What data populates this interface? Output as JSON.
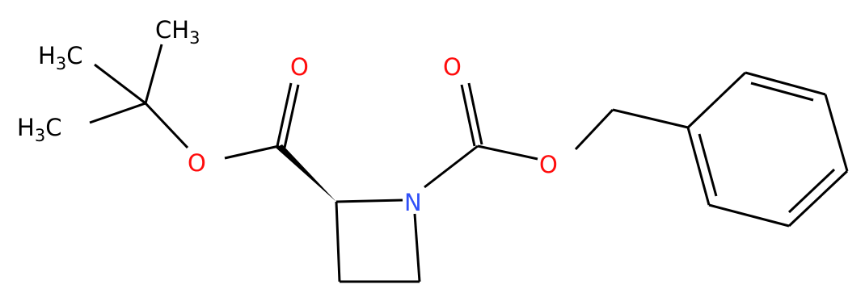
{
  "molecule": {
    "colors": {
      "bond": "#000000",
      "oxygen": "#ff0d0d",
      "nitrogen": "#3050f8",
      "carbon_label": "#000000",
      "background": "#ffffff"
    },
    "labels": {
      "methyl_top": {
        "main": "CH",
        "sub": "3"
      },
      "methyl_upper_left": {
        "main": "H",
        "sub": "3",
        "tail": "C"
      },
      "methyl_lower_left": {
        "main": "H",
        "sub": "3",
        "tail": "C"
      },
      "ester_carbonyl_o": "O",
      "ester_ether_o": "O",
      "carbamate_carbonyl_o": "O",
      "carbamate_ether_o": "O",
      "ring_nitrogen": "N"
    }
  }
}
